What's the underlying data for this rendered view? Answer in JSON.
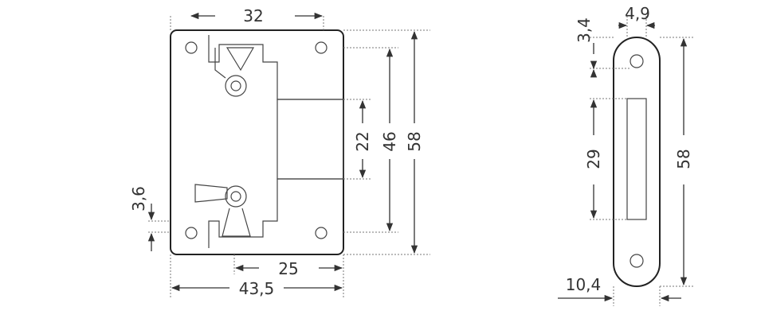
{
  "drawing": {
    "lock_front": {
      "dimensions": {
        "top_width": "32",
        "bolt_height": "22",
        "inner_height": "46",
        "overall_height": "58",
        "edge_offset": "3,6",
        "bolt_width": "25",
        "overall_width": "43,5"
      }
    },
    "strike_plate": {
      "dimensions": {
        "top_offset": "3,4",
        "plate_width": "4,9",
        "slot_height": "29",
        "overall_height": "58",
        "overall_width": "10,4"
      }
    }
  }
}
